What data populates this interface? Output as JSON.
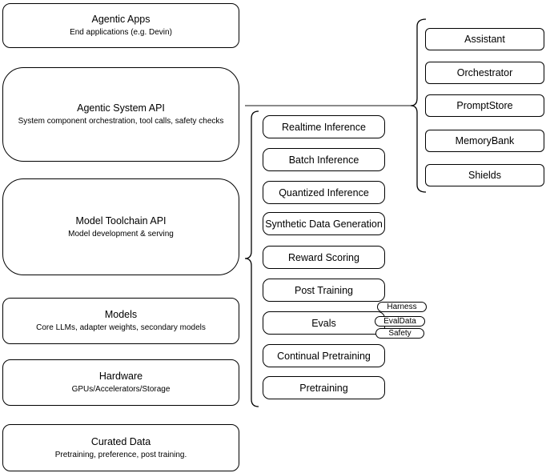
{
  "diagram": {
    "layers": [
      {
        "title": "Agentic Apps",
        "subtitle": "End applications (e.g. Devin)"
      },
      {
        "title": "Agentic System API",
        "subtitle": "System component orchestration, tool calls, safety checks"
      },
      {
        "title": "Model Toolchain API",
        "subtitle": "Model development & serving"
      },
      {
        "title": "Models",
        "subtitle": "Core LLMs, adapter weights, secondary models"
      },
      {
        "title": "Hardware",
        "subtitle": "GPUs/Accelerators/Storage"
      },
      {
        "title": "Curated Data",
        "subtitle": "Pretraining, preference, post training."
      }
    ],
    "toolchain_items": [
      "Realtime Inference",
      "Batch Inference",
      "Quantized Inference",
      "Synthetic Data Generation",
      "Reward Scoring",
      "Post Training",
      "Evals",
      "Continual Pretraining",
      "Pretraining"
    ],
    "eval_tags": [
      "Harness",
      "EvalData",
      "Safety"
    ],
    "system_components": [
      "Assistant",
      "Orchestrator",
      "PromptStore",
      "MemoryBank",
      "Shields"
    ],
    "colors": {
      "background": "#ffffff",
      "box_fill": "#ffffff",
      "stroke": "#000000",
      "connector": "#8a8a8a",
      "text": "#000000"
    }
  }
}
